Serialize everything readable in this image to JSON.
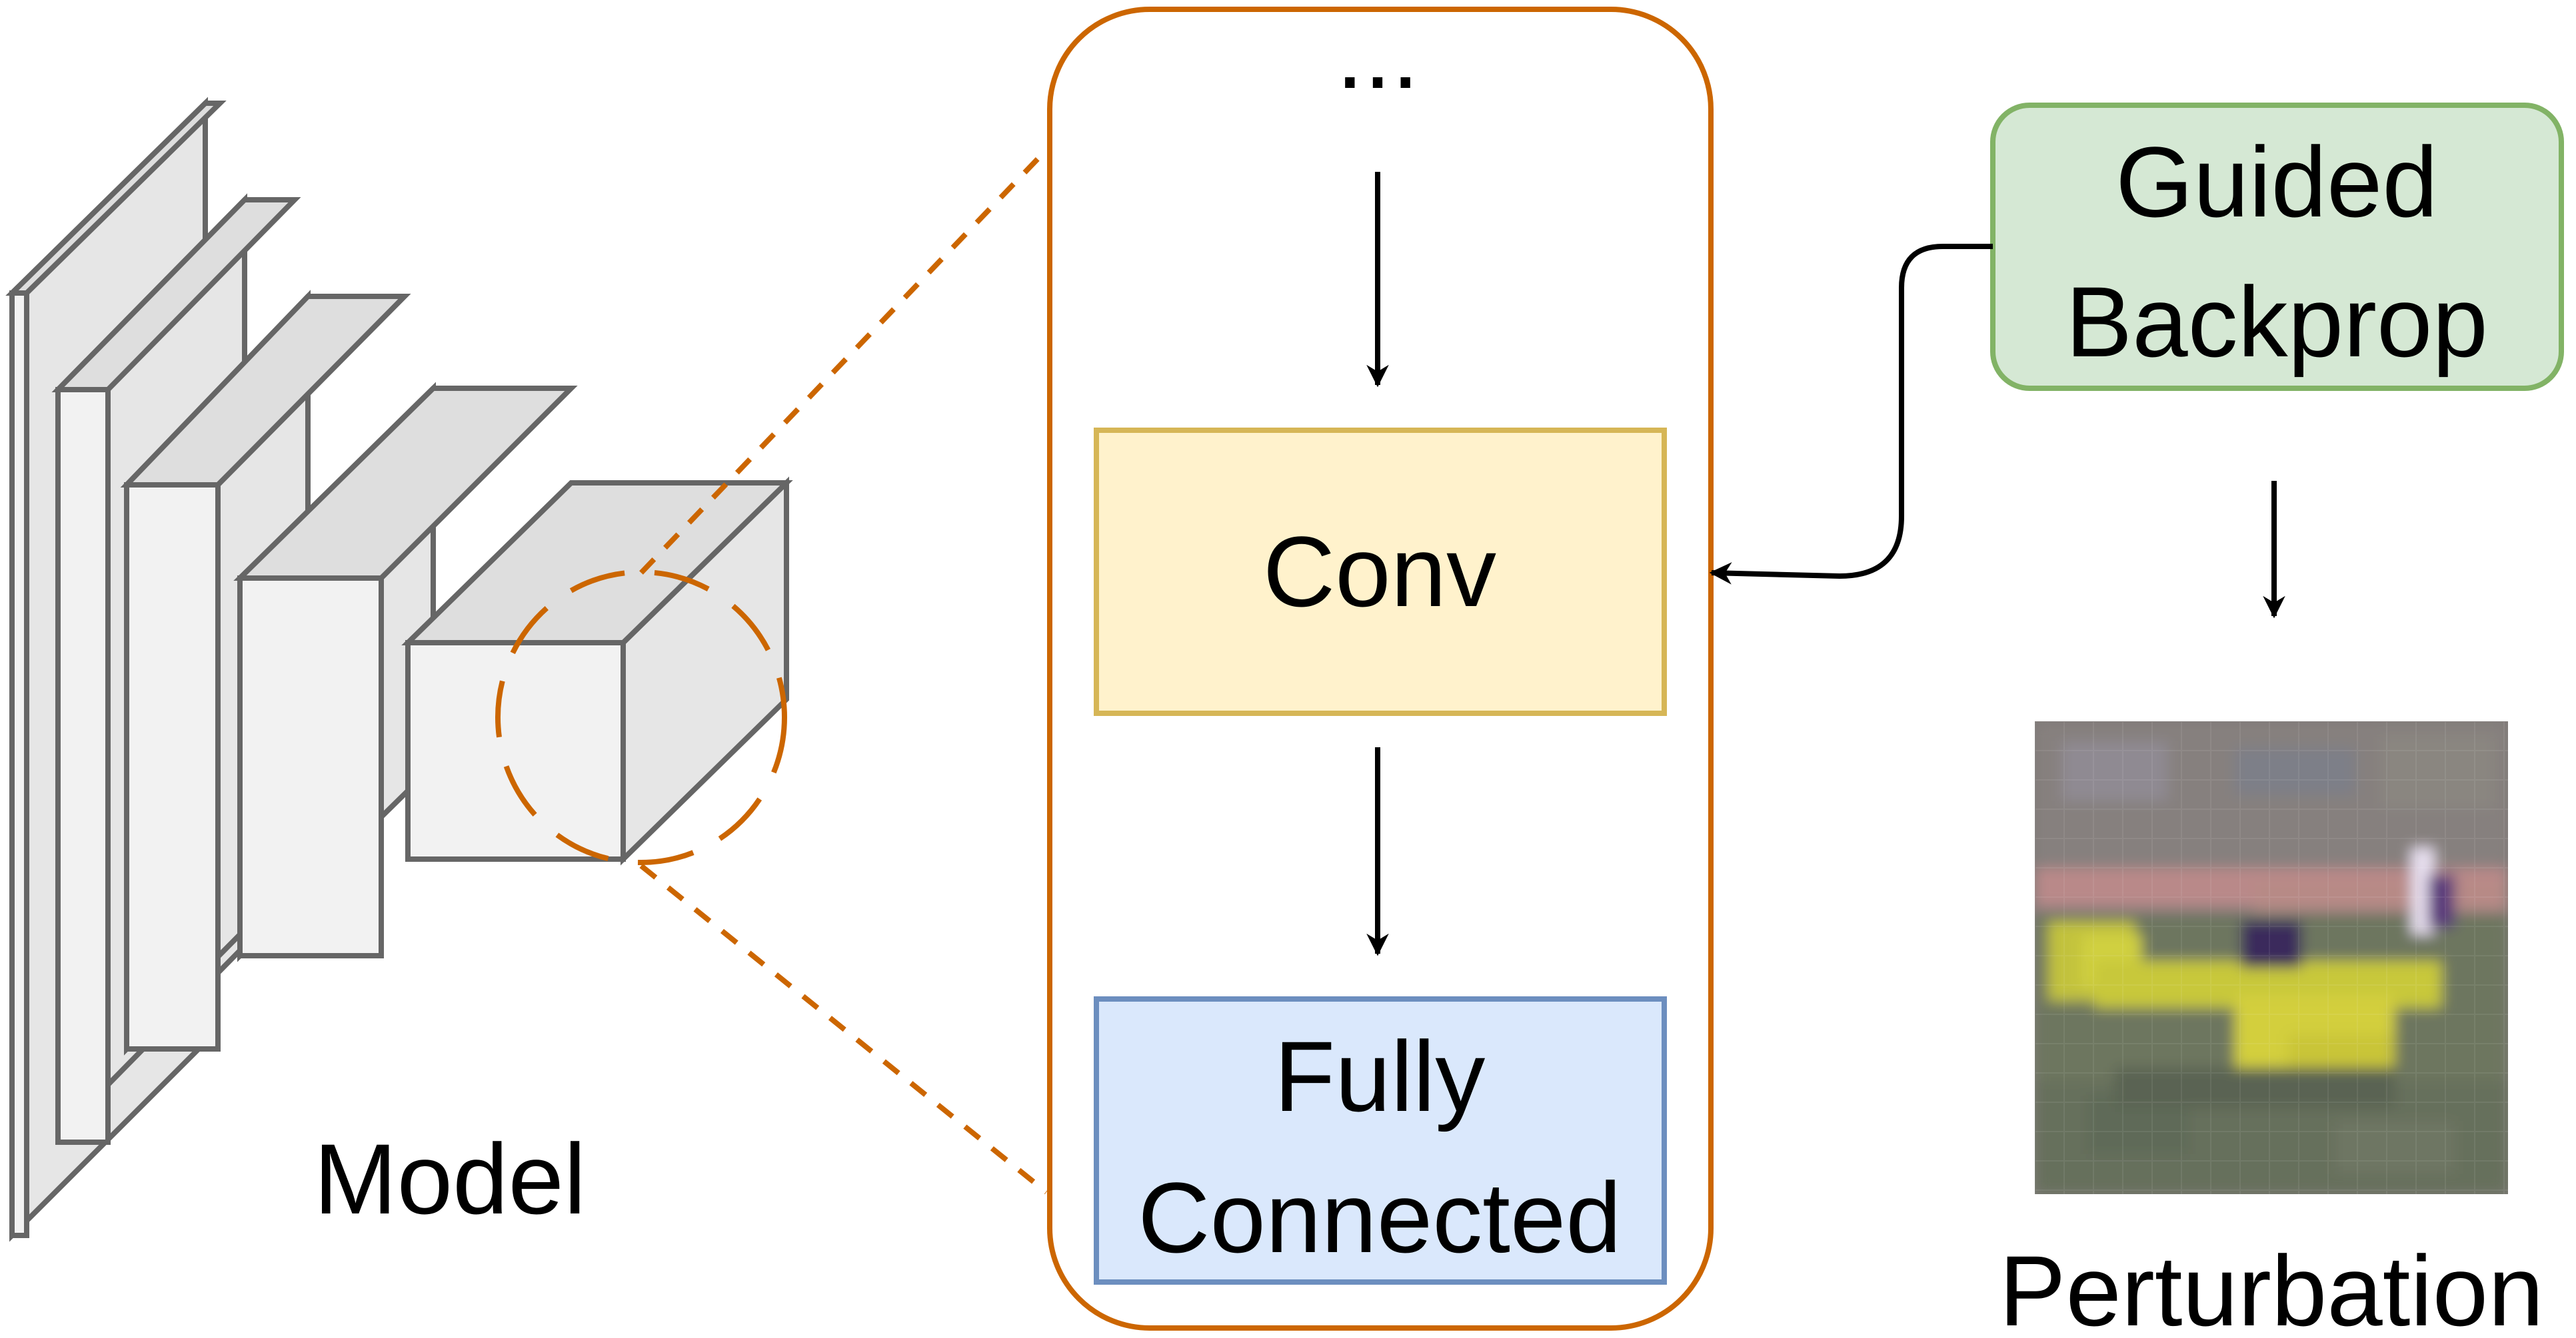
{
  "labels": {
    "model": "Model",
    "ellipsis": "...",
    "conv": "Conv",
    "fc_line1": "Fully",
    "fc_line2": "Connected",
    "guided_line1": "Guided",
    "guided_line2": "Backprop",
    "perturbation": "Perturbation"
  },
  "colors": {
    "zoom_frame": "#cc6600",
    "conv_fill": "#fff2cc",
    "conv_stroke": "#d6b656",
    "fc_fill": "#dae8fc",
    "fc_stroke": "#6c8ebf",
    "guided_fill": "#d5e8d4",
    "guided_stroke": "#82b366",
    "layer_stroke": "#666666"
  }
}
